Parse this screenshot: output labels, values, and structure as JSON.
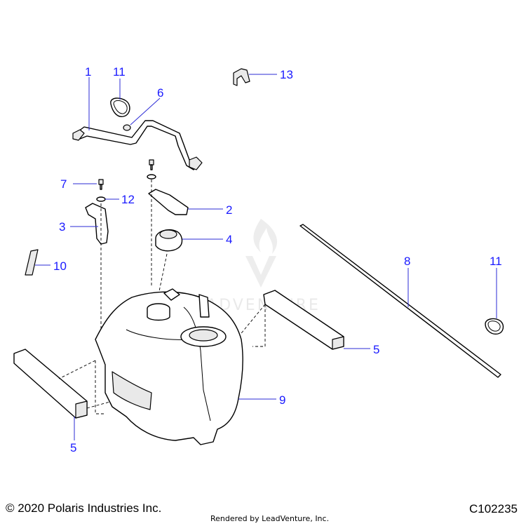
{
  "diagram": {
    "callouts": [
      "1",
      "11",
      "6",
      "13",
      "7",
      "12",
      "2",
      "3",
      "4",
      "10",
      "8",
      "11",
      "5",
      "9",
      "5"
    ],
    "watermark_text": "LEADVENTURE"
  },
  "footer": {
    "copyright": "© 2020 Polaris Industries Inc.",
    "rendered_by": "Rendered by LeadVenture, Inc.",
    "diagram_code": "C102235"
  },
  "colors": {
    "callout": "#1a1aff",
    "leader": "#2b2bd6",
    "watermark": "#dcdcdc"
  }
}
